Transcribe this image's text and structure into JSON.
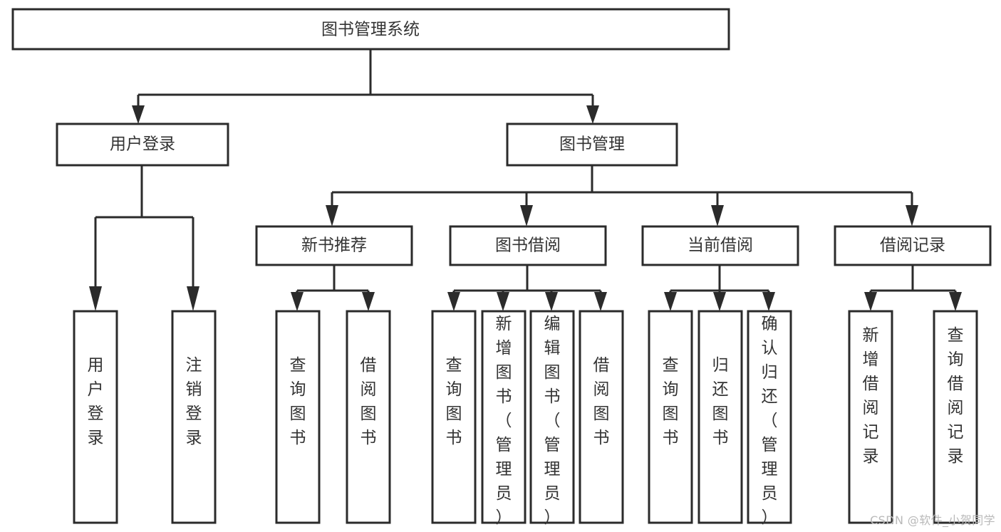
{
  "diagram": {
    "type": "tree-hierarchy-flowchart",
    "title": "图书管理系统",
    "background_color": "#ffffff",
    "box_stroke_color": "#2b2b2b",
    "box_fill_color": "#ffffff",
    "text_color": "#333333",
    "nodes": {
      "root": {
        "label": "图书管理系统",
        "orientation": "horizontal"
      },
      "level1": [
        {
          "id": "user-login",
          "label": "用户登录",
          "orientation": "horizontal"
        },
        {
          "id": "book-management",
          "label": "图书管理",
          "orientation": "horizontal"
        }
      ],
      "level2": [
        {
          "id": "new-book-recommend",
          "label": "新书推荐",
          "orientation": "horizontal",
          "parent": "book-management"
        },
        {
          "id": "book-borrow",
          "label": "图书借阅",
          "orientation": "horizontal",
          "parent": "book-management"
        },
        {
          "id": "current-borrow",
          "label": "当前借阅",
          "orientation": "horizontal",
          "parent": "book-management"
        },
        {
          "id": "borrow-record",
          "label": "借阅记录",
          "orientation": "horizontal",
          "parent": "book-management"
        }
      ],
      "leaves": [
        {
          "id": "leaf-user-login",
          "label": "用户登录",
          "orientation": "vertical",
          "parent": "user-login"
        },
        {
          "id": "leaf-logout-login",
          "label": "注销登录",
          "orientation": "vertical",
          "parent": "user-login"
        },
        {
          "id": "leaf-query-book-1",
          "label": "查询图书",
          "orientation": "vertical",
          "parent": "new-book-recommend"
        },
        {
          "id": "leaf-borrow-book-1",
          "label": "借阅图书",
          "orientation": "vertical",
          "parent": "new-book-recommend"
        },
        {
          "id": "leaf-query-book-2",
          "label": "查询图书",
          "orientation": "vertical",
          "parent": "book-borrow"
        },
        {
          "id": "leaf-add-book",
          "label": "新增图书（管理员）",
          "orientation": "vertical",
          "parent": "book-borrow"
        },
        {
          "id": "leaf-edit-book",
          "label": "编辑图书（管理员）",
          "orientation": "vertical",
          "parent": "book-borrow"
        },
        {
          "id": "leaf-borrow-book-2",
          "label": "借阅图书",
          "orientation": "vertical",
          "parent": "book-borrow"
        },
        {
          "id": "leaf-query-book-3",
          "label": "查询图书",
          "orientation": "vertical",
          "parent": "current-borrow"
        },
        {
          "id": "leaf-return-book",
          "label": "归还图书",
          "orientation": "vertical",
          "parent": "current-borrow"
        },
        {
          "id": "leaf-confirm-return",
          "label": "确认归还（管理员）",
          "orientation": "vertical",
          "parent": "current-borrow"
        },
        {
          "id": "leaf-add-record",
          "label": "新增借阅记录",
          "orientation": "vertical",
          "parent": "borrow-record"
        },
        {
          "id": "leaf-query-record",
          "label": "查询借阅记录",
          "orientation": "vertical",
          "parent": "borrow-record"
        }
      ]
    }
  },
  "watermark": {
    "text": "CSDN @软件_小贺同学"
  }
}
